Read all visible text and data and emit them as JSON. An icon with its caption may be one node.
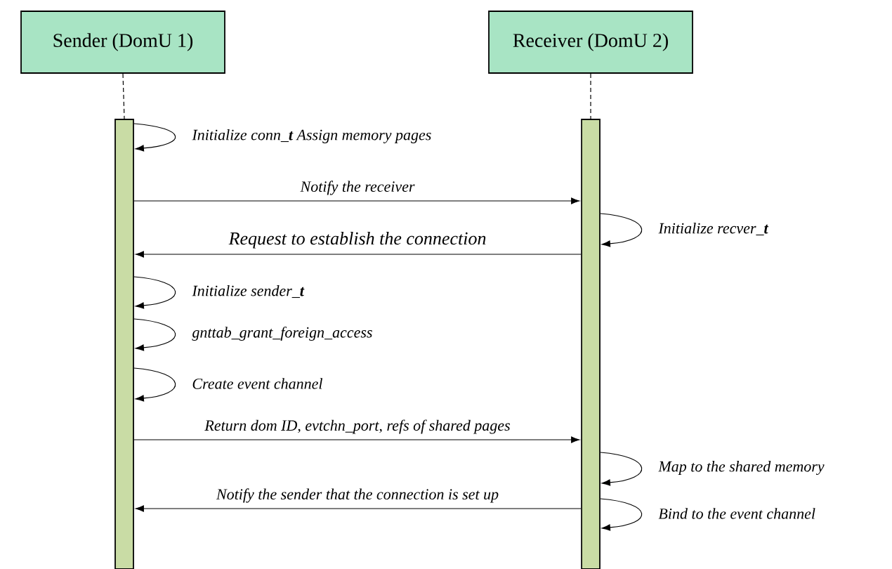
{
  "diagram": {
    "nodes": [
      {
        "text": [
          "Sender (DomU 1)"
        ]
      },
      {
        "text": [
          "Receiver (DomU 2)"
        ]
      },
      {
        "text": [],
        "shape": "bar"
      },
      {
        "text": [],
        "shape": "bar"
      }
    ],
    "edges": [
      {
        "from": 0,
        "to": 2,
        "arrow": "none",
        "style": "dashed"
      },
      {
        "from": 1,
        "to": 3,
        "arrow": "none",
        "style": "dashed"
      },
      {
        "from": 2,
        "to": 2,
        "arrow": "to",
        "label": "Initialize conn_**t** Assign memory pages"
      },
      {
        "from": 2,
        "to": 3,
        "arrow": "to",
        "label": "Notify the receiver"
      },
      {
        "from": 3,
        "to": 3,
        "arrow": "to",
        "label": "Initialize recver_**t**"
      },
      {
        "from": 3,
        "to": 2,
        "arrow": "to",
        "label": "Request to establish the connection"
      },
      {
        "from": 2,
        "to": 2,
        "arrow": "to",
        "label": "Initialize sender_**t**"
      },
      {
        "from": 2,
        "to": 2,
        "arrow": "to",
        "label": "gnttab_grant_foreign_access"
      },
      {
        "from": 2,
        "to": 2,
        "arrow": "to",
        "label": "Create event channel"
      },
      {
        "from": 2,
        "to": 3,
        "arrow": "to",
        "label": "Return dom ID, evtchn_port, refs of shared pages"
      },
      {
        "from": 3,
        "to": 3,
        "arrow": "to",
        "label": "Map to the shared memory"
      },
      {
        "from": 3,
        "to": 3,
        "arrow": "to",
        "label": "Bind to the event channel"
      },
      {
        "from": 3,
        "to": 2,
        "arrow": "to",
        "label": "Notify the sender that the connection is set up"
      }
    ]
  }
}
